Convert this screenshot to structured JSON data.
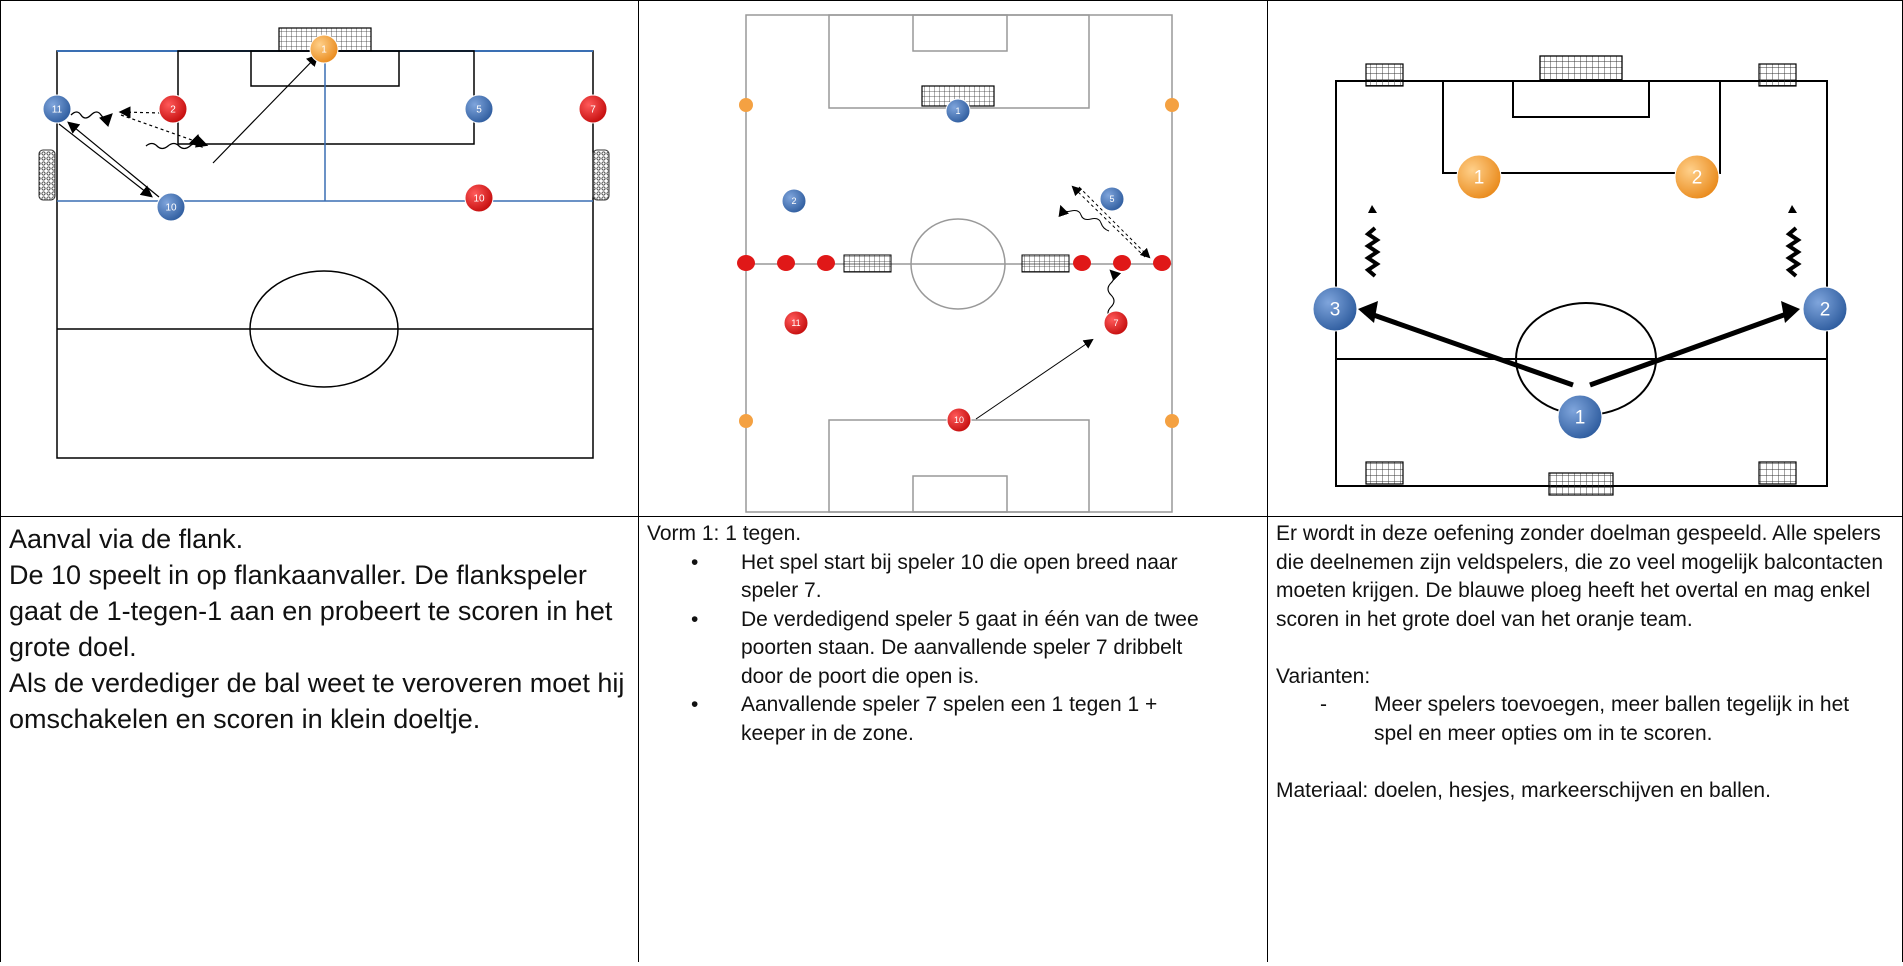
{
  "colors": {
    "blue_player": "#3a6fb3",
    "red_player": "#e01818",
    "orange_player": "#f4a142",
    "pitch_line": "#000000"
  },
  "drill1": {
    "players": [
      {
        "team": "blue",
        "number": "11"
      },
      {
        "team": "red",
        "number": "2"
      },
      {
        "team": "orange",
        "number": "1"
      },
      {
        "team": "blue",
        "number": "5"
      },
      {
        "team": "red",
        "number": "7"
      },
      {
        "team": "blue",
        "number": "10"
      },
      {
        "team": "red",
        "number": "10"
      }
    ],
    "lines": [
      "Aanval via de flank.",
      "De 10 speelt in op flankaanvaller. De flankspeler gaat de 1-tegen-1 aan en probeert te scoren in het grote doel.",
      "Als de verdediger de bal weet te veroveren moet hij omschakelen en scoren in klein doeltje."
    ]
  },
  "drill2": {
    "players": [
      {
        "team": "blue",
        "number": "1"
      },
      {
        "team": "blue",
        "number": "2"
      },
      {
        "team": "blue",
        "number": "5"
      },
      {
        "team": "red",
        "number": "11"
      },
      {
        "team": "red",
        "number": "7"
      },
      {
        "team": "red",
        "number": "10"
      }
    ],
    "title": "Vorm 1: 1 tegen.",
    "bullets": [
      "Het spel start bij speler 10 die open breed naar speler 7.",
      "De verdedigend speler 5 gaat in één van de twee poorten staan. De aanvallende speler 7 dribbelt door de poort die open is.",
      "Aanvallende speler 7 spelen een 1 tegen 1 + keeper in de zone."
    ]
  },
  "drill3": {
    "players": [
      {
        "team": "orange",
        "number": "1"
      },
      {
        "team": "orange",
        "number": "2"
      },
      {
        "team": "blue",
        "number": "3"
      },
      {
        "team": "blue",
        "number": "2"
      },
      {
        "team": "blue",
        "number": "1"
      }
    ],
    "intro": "Er wordt in deze oefening zonder doelman gespeeld. Alle spelers die deelnemen zijn veldspelers, die zo veel mogelijk balcontacten moeten krijgen. De blauwe ploeg heeft het overtal en mag enkel scoren in het grote doel van het oranje team.",
    "variants_label": "Varianten:",
    "variants": [
      "Meer spelers toevoegen, meer ballen tegelijk in het spel en meer opties om in te scoren."
    ],
    "material": "Materiaal: doelen, hesjes, markeerschijven en ballen."
  }
}
